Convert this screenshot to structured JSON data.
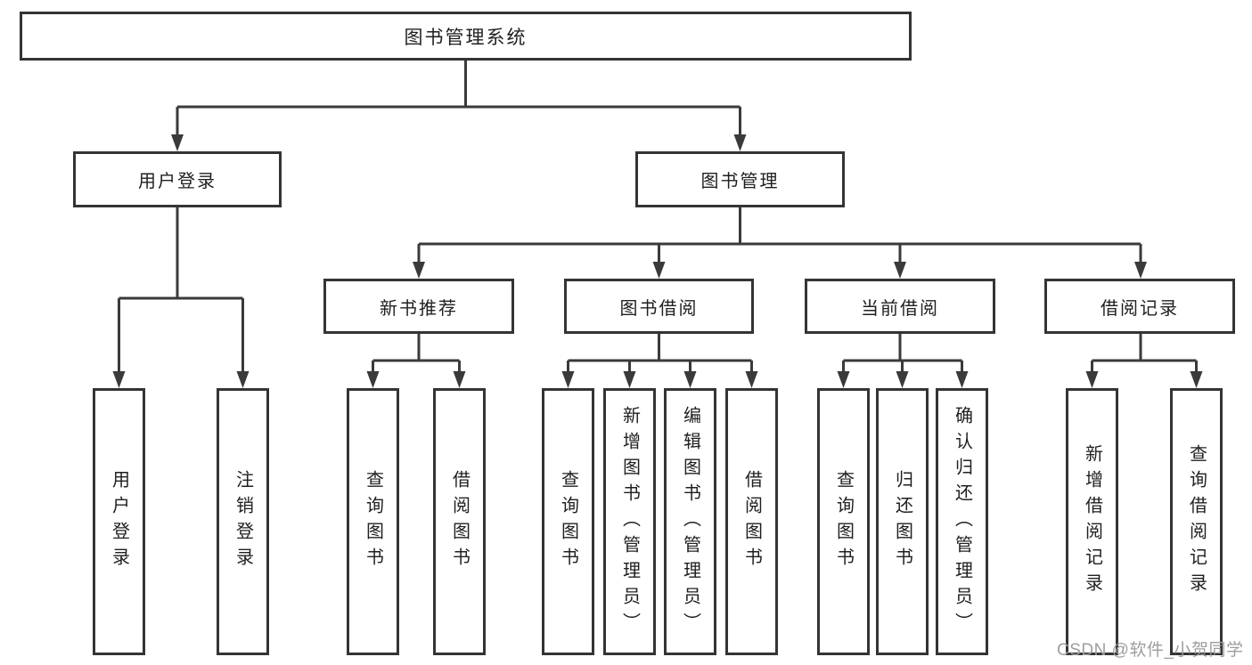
{
  "nodes": {
    "root": "图书管理系统",
    "level2": [
      "用户登录",
      "图书管理"
    ],
    "level3": [
      "新书推荐",
      "图书借阅",
      "当前借阅",
      "借阅记录"
    ],
    "leaves": {
      "user_login": [
        "用户登录",
        "注销登录"
      ],
      "new_book_rec": [
        "查询图书",
        "借阅图书"
      ],
      "book_borrow": [
        "查询图书",
        "新增图书（管理员）",
        "编辑图书（管理员）",
        "借阅图书"
      ],
      "current_borrow": [
        "查询图书",
        "归还图书",
        "确认归还（管理员）"
      ],
      "borrow_records": [
        "新增借阅记录",
        "查询借阅记录"
      ]
    }
  },
  "watermark": "CSDN @软件_小贺同学",
  "colors": {
    "line": "#3a3a3a",
    "box_border": "#343434",
    "text": "#1f1f1f",
    "watermark": "#9e9e9e",
    "background": "#ffffff"
  }
}
